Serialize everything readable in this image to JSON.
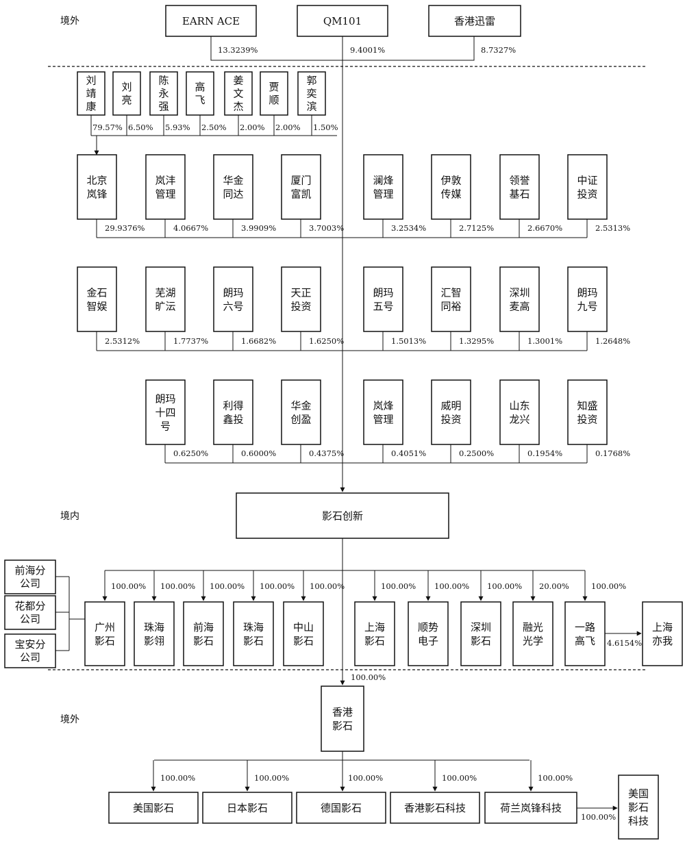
{
  "regions": {
    "top": "境外",
    "middle": "境内",
    "bottom": "境外"
  },
  "top_shareholders": [
    {
      "name": "EARN ACE",
      "pct": "13.3239%"
    },
    {
      "name": "QM101",
      "pct": "9.4001%"
    },
    {
      "name": "香港迅雷",
      "pct": "8.7327%"
    }
  ],
  "individuals": [
    {
      "name": "刘\n靖\n康",
      "pct": "79.57%"
    },
    {
      "name": "刘\n亮",
      "pct": "6.50%"
    },
    {
      "name": "陈\n永\n强",
      "pct": "5.93%"
    },
    {
      "name": "高\n飞",
      "pct": "2.50%"
    },
    {
      "name": "姜\n文\n杰",
      "pct": "2.00%"
    },
    {
      "name": "贾\n顺",
      "pct": "2.00%"
    },
    {
      "name": "郭\n奕\n滨",
      "pct": "1.50%"
    }
  ],
  "shareholder_rows": [
    [
      {
        "name": "北京\n岚锋",
        "pct": "29.9376%"
      },
      {
        "name": "岚沣\n管理",
        "pct": "4.0667%"
      },
      {
        "name": "华金\n同达",
        "pct": "3.9909%"
      },
      {
        "name": "厦门\n富凯",
        "pct": "3.7003%"
      },
      {
        "name": "澜烽\n管理",
        "pct": "3.2534%"
      },
      {
        "name": "伊敦\n传媒",
        "pct": "2.7125%"
      },
      {
        "name": "领誉\n基石",
        "pct": "2.6670%"
      },
      {
        "name": "中证\n投资",
        "pct": "2.5313%"
      }
    ],
    [
      {
        "name": "金石\n智娱",
        "pct": "2.5312%"
      },
      {
        "name": "芜湖\n旷沄",
        "pct": "1.7737%"
      },
      {
        "name": "朗玛\n六号",
        "pct": "1.6682%"
      },
      {
        "name": "天正\n投资",
        "pct": "1.6250%"
      },
      {
        "name": "朗玛\n五号",
        "pct": "1.5013%"
      },
      {
        "name": "汇智\n同裕",
        "pct": "1.3295%"
      },
      {
        "name": "深圳\n麦高",
        "pct": "1.3001%"
      },
      {
        "name": "朗玛\n九号",
        "pct": "1.2648%"
      }
    ],
    [
      {
        "name": "朗玛\n十四\n号",
        "pct": "0.6250%"
      },
      {
        "name": "利得\n鑫投",
        "pct": "0.6000%"
      },
      {
        "name": "华金\n创盈",
        "pct": "0.4375%"
      },
      {
        "name": "岚烽\n管理",
        "pct": "0.4051%"
      },
      {
        "name": "威明\n投资",
        "pct": "0.2500%"
      },
      {
        "name": "山东\n龙兴",
        "pct": "0.1954%"
      },
      {
        "name": "知盛\n投资",
        "pct": "0.1768%"
      }
    ]
  ],
  "company": {
    "name": "影石创新"
  },
  "branches": [
    {
      "name": "前海分\n公司"
    },
    {
      "name": "花都分\n公司"
    },
    {
      "name": "宝安分\n公司"
    }
  ],
  "domestic_subs": [
    {
      "name": "广州\n影石",
      "pct": "100.00%"
    },
    {
      "name": "珠海\n影翎",
      "pct": "100.00%"
    },
    {
      "name": "前海\n影石",
      "pct": "100.00%"
    },
    {
      "name": "珠海\n影石",
      "pct": "100.00%"
    },
    {
      "name": "中山\n影石",
      "pct": "100.00%"
    },
    {
      "name": "上海\n影石",
      "pct": "100.00%"
    },
    {
      "name": "顺势\n电子",
      "pct": "100.00%"
    },
    {
      "name": "深圳\n影石",
      "pct": "100.00%"
    },
    {
      "name": "融光\n光学",
      "pct": "20.00%"
    },
    {
      "name": "一路\n高飞",
      "pct": "100.00%"
    }
  ],
  "shanghai_yiwo": {
    "name": "上海\n亦我",
    "pct": "4.6154%"
  },
  "hk_company": {
    "name": "香港\n影石",
    "pct": "100.00%"
  },
  "overseas_subs": [
    {
      "name": "美国影石",
      "pct": "100.00%"
    },
    {
      "name": "日本影石",
      "pct": "100.00%"
    },
    {
      "name": "德国影石",
      "pct": "100.00%"
    },
    {
      "name": "香港影石科技",
      "pct": "100.00%"
    },
    {
      "name": "荷兰岚锋科技",
      "pct": "100.00%"
    }
  ],
  "us_tech": {
    "name": "美国\n影石\n科技",
    "pct": "100.00%"
  }
}
